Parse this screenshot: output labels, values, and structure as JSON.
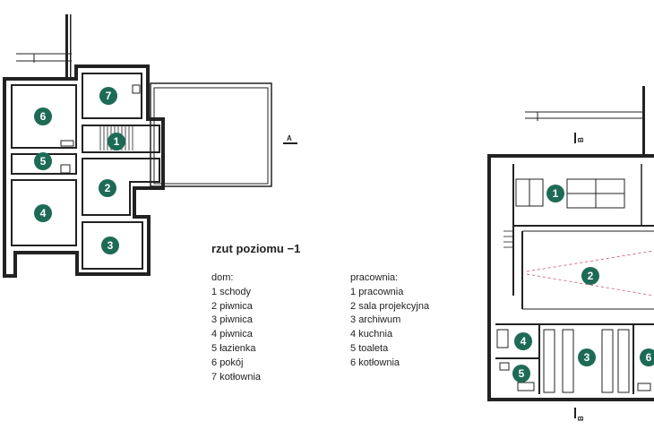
{
  "title": "rzut poziomu −1",
  "colors": {
    "walls": "#222222",
    "badge": "#1d6b55",
    "badge_text": "#ffffff",
    "projection_lines": "#d04a6a"
  },
  "section_marks": {
    "a": "A",
    "b": "B"
  },
  "house": {
    "heading": "dom:",
    "rooms": [
      {
        "n": "1",
        "name": "schody"
      },
      {
        "n": "2",
        "name": "piwnica"
      },
      {
        "n": "3",
        "name": "piwnica"
      },
      {
        "n": "4",
        "name": "piwnica"
      },
      {
        "n": "5",
        "name": "łazienka"
      },
      {
        "n": "6",
        "name": "pokój"
      },
      {
        "n": "7",
        "name": "kotłownia"
      }
    ]
  },
  "studio": {
    "heading": "pracownia:",
    "rooms": [
      {
        "n": "1",
        "name": "pracownia"
      },
      {
        "n": "2",
        "name": "sala projekcyjna"
      },
      {
        "n": "3",
        "name": "archiwum"
      },
      {
        "n": "4",
        "name": "kuchnia"
      },
      {
        "n": "5",
        "name": "toaleta"
      },
      {
        "n": "6",
        "name": "kotłownia"
      }
    ]
  }
}
